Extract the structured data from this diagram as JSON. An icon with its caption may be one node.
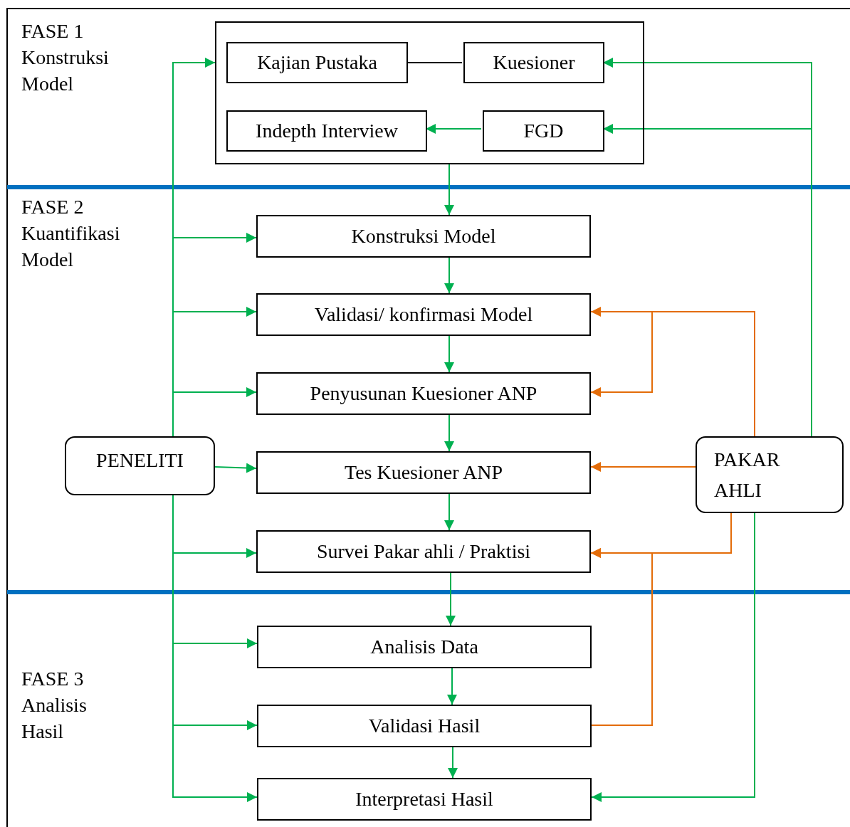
{
  "diagram": {
    "nodes": [
      {
        "text": [],
        "shape": "box"
      },
      {
        "text": [
          "Kajian Pustaka"
        ],
        "in": 0
      },
      {
        "text": [
          "Kuesioner"
        ],
        "in": 0
      },
      {
        "text": [
          "Indepth Interview"
        ],
        "in": 0
      },
      {
        "text": [
          "FGD"
        ],
        "in": 0
      },
      {
        "text": [
          "Konstruksi Model"
        ]
      },
      {
        "text": [
          "Validasi/ konfirmasi Model"
        ]
      },
      {
        "text": [
          "Penyusunan Kuesioner ANP"
        ]
      },
      {
        "text": [
          "Tes Kuesioner ANP"
        ]
      },
      {
        "text": [
          "Survei Pakar ahli / Praktisi"
        ]
      },
      {
        "text": [
          "Analisis Data"
        ]
      },
      {
        "text": [
          "Validasi Hasil"
        ]
      },
      {
        "text": [
          "Interpretasi Hasil"
        ]
      },
      {
        "text": [
          "PENELITI"
        ]
      },
      {
        "text": [
          "PAKAR AHLI"
        ]
      }
    ],
    "edges": [
      {
        "from": 1,
        "to": 2,
        "arrow": "none",
        "color": "#000000"
      },
      {
        "from": 4,
        "to": 3,
        "arrow": "to"
      },
      {
        "from": 0,
        "to": 5,
        "arrow": "to"
      },
      {
        "from": 5,
        "to": 6,
        "arrow": "to"
      },
      {
        "from": 6,
        "to": 7,
        "arrow": "to"
      },
      {
        "from": 7,
        "to": 8,
        "arrow": "to"
      },
      {
        "from": 8,
        "to": 9,
        "arrow": "to"
      },
      {
        "from": 9,
        "to": 10,
        "arrow": "to"
      },
      {
        "from": 10,
        "to": 11,
        "arrow": "to"
      },
      {
        "from": 11,
        "to": 12,
        "arrow": "to"
      },
      {
        "from": 13,
        "to": 0,
        "arrow": "to"
      },
      {
        "from": 13,
        "to": 5,
        "arrow": "to"
      },
      {
        "from": 13,
        "to": 6,
        "arrow": "to"
      },
      {
        "from": 13,
        "to": 7,
        "arrow": "to"
      },
      {
        "from": 13,
        "to": 8,
        "arrow": "to"
      },
      {
        "from": 13,
        "to": 9,
        "arrow": "to"
      },
      {
        "from": 13,
        "to": 10,
        "arrow": "to"
      },
      {
        "from": 13,
        "to": 11,
        "arrow": "to"
      },
      {
        "from": 13,
        "to": 12,
        "arrow": "to"
      },
      {
        "from": 14,
        "to": 2,
        "arrow": "to"
      },
      {
        "from": 14,
        "to": 4,
        "arrow": "to"
      },
      {
        "from": 14,
        "to": 6,
        "arrow": "to",
        "color": "#e36c09"
      },
      {
        "from": 14,
        "to": 7,
        "arrow": "to",
        "color": "#e36c09"
      },
      {
        "from": 14,
        "to": 8,
        "arrow": "to",
        "color": "#e36c09"
      },
      {
        "from": 14,
        "to": 9,
        "arrow": "to",
        "color": "#e36c09"
      },
      {
        "from": 11,
        "to": 9,
        "arrow": "to",
        "color": "#e36c09"
      },
      {
        "from": 14,
        "to": 12,
        "arrow": "to"
      }
    ],
    "labels": [
      "FASE 1 Konstruksi Model",
      "FASE 2 Kuantifikasi Model",
      "FASE 3 Analisis Hasil"
    ]
  }
}
